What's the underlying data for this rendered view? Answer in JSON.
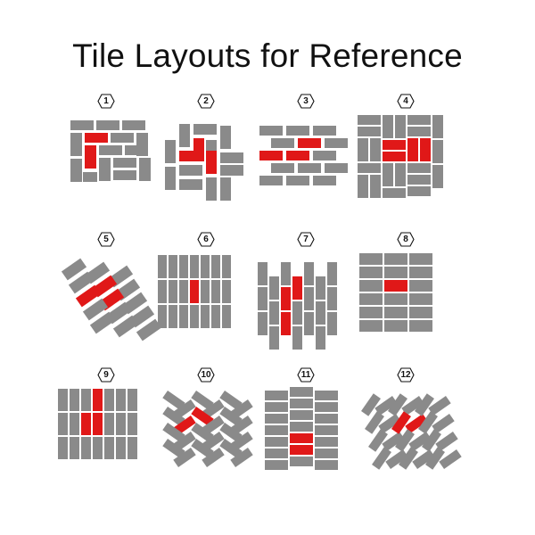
{
  "title": "Tile Layouts for Reference",
  "colors": {
    "tile": "#8a8a8a",
    "highlight": "#e01818",
    "outline": "#ffffff"
  },
  "layouts": [
    {
      "number": "1"
    },
    {
      "number": "2"
    },
    {
      "number": "3"
    },
    {
      "number": "4"
    },
    {
      "number": "5"
    },
    {
      "number": "6"
    },
    {
      "number": "7"
    },
    {
      "number": "8"
    },
    {
      "number": "9"
    },
    {
      "number": "10"
    },
    {
      "number": "11"
    },
    {
      "number": "12"
    }
  ]
}
